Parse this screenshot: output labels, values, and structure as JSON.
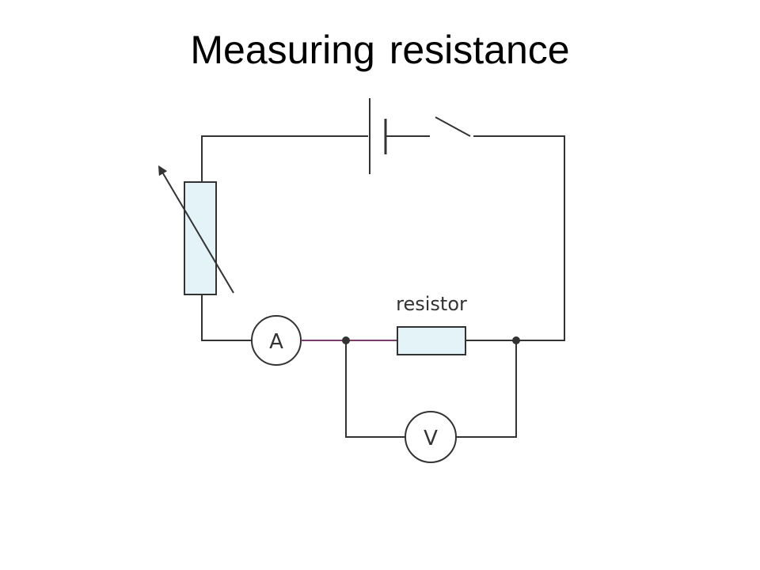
{
  "title": "Measuring resistance",
  "diagram": {
    "resistor_label": "resistor",
    "ammeter_label": "A",
    "voltmeter_label": "V"
  },
  "colors": {
    "wire": "#333333",
    "component_fill": "#e3f3f8",
    "ammeter_link_wire": "#7a3d6a"
  },
  "components": [
    "battery",
    "switch",
    "variable-resistor",
    "ammeter",
    "resistor",
    "voltmeter"
  ]
}
